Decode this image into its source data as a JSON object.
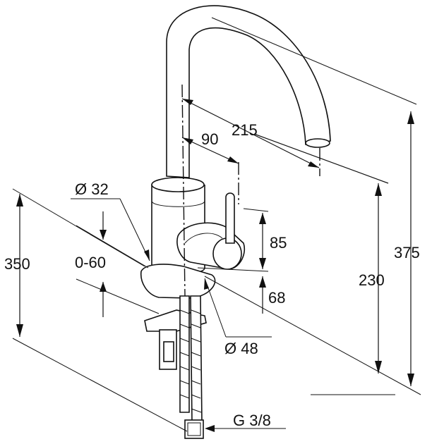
{
  "drawing": {
    "line_color": "#111111",
    "background": "#ffffff"
  },
  "dimensions": {
    "reach": "215",
    "lever_offset": "90",
    "spout_height_outer": "375",
    "spout_height": "230",
    "lever_height": "85",
    "base_height": "68",
    "total_height_left": "350",
    "body_diameter": "Ø 32",
    "counter_thickness": "0-60",
    "hole_diameter": "Ø 48",
    "connection_thread": "G 3/8"
  }
}
